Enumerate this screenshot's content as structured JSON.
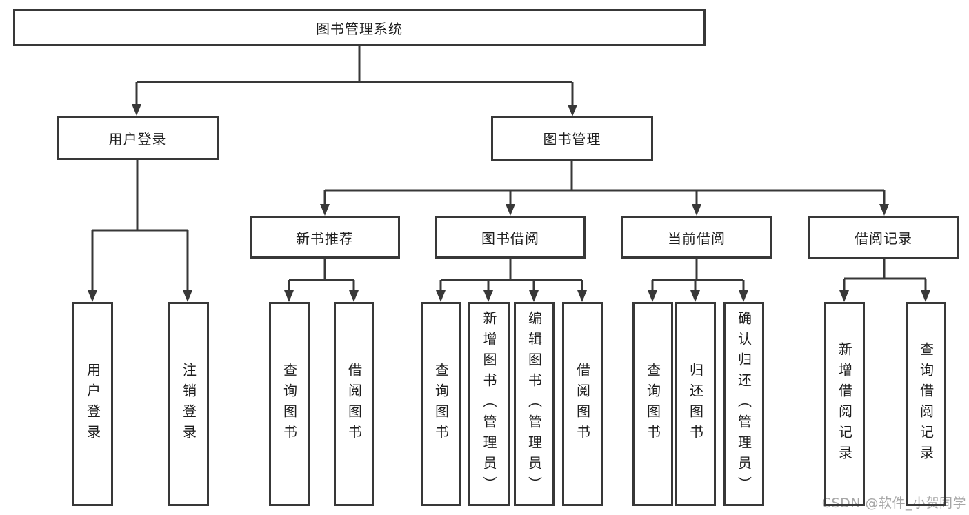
{
  "colors": {
    "line": "#383838",
    "box_border": "#383838",
    "text": "#1e1e1e",
    "background": "#ffffff",
    "watermark": "#a6a6a6"
  },
  "watermark": {
    "text": "CSDN @软件_小贺同学"
  },
  "tree": {
    "root": {
      "label": "图书管理系统"
    },
    "level2": [
      {
        "label": "用户登录",
        "children": [
          {
            "label": "用户登录"
          },
          {
            "label": "注销登录"
          }
        ]
      },
      {
        "label": "图书管理",
        "children": [
          {
            "label": "新书推荐",
            "children": [
              {
                "label": "查询图书"
              },
              {
                "label": "借阅图书"
              }
            ]
          },
          {
            "label": "图书借阅",
            "children": [
              {
                "label": "查询图书"
              },
              {
                "label": "新增图书（管理员）"
              },
              {
                "label": "编辑图书（管理员）"
              },
              {
                "label": "借阅图书"
              }
            ]
          },
          {
            "label": "当前借阅",
            "children": [
              {
                "label": "查询图书"
              },
              {
                "label": "归还图书"
              },
              {
                "label": "确认归还（管理员）"
              }
            ]
          },
          {
            "label": "借阅记录",
            "children": [
              {
                "label": "新增借阅记录"
              },
              {
                "label": "查询借阅记录"
              }
            ]
          }
        ]
      }
    ]
  }
}
